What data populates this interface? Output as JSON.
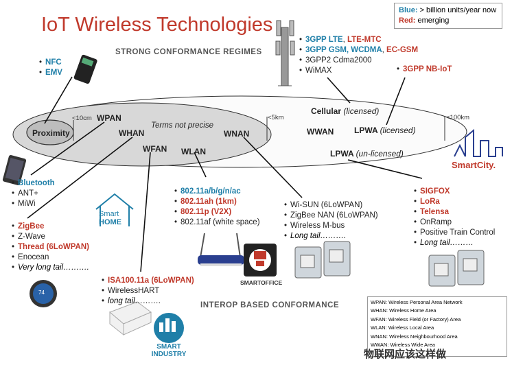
{
  "title": "IoT Wireless Technologies",
  "regimes": {
    "top": "STRONG CONFORMANCE REGIMES",
    "bottom": "INTEROP BASED CONFORMANCE"
  },
  "legend": {
    "blue_key": "Blue:",
    "blue_text": "> billion units/year now",
    "red_key": "Red:",
    "red_text": "emerging"
  },
  "colors": {
    "blue": "#1f7fa8",
    "red": "#c0392b"
  },
  "zones": {
    "proximity": "Proximity",
    "wpan": "WPAN",
    "whan": "WHAN",
    "wfan": "WFAN",
    "wlan": "WLAN",
    "wnan": "WNAN",
    "wwan": "WWAN",
    "cellular": "Cellular",
    "cellular_note": "(licensed)",
    "lpwa_l": "LPWA",
    "lpwa_l_note": "(licensed)",
    "lpwa_u": "LPWA",
    "lpwa_u_note": "(un-licensed)",
    "terms": "Terms not precise"
  },
  "distances": {
    "d10cm": "<10cm",
    "d5km": "<5km",
    "d100km": "<100km"
  },
  "groups": {
    "nfc": [
      {
        "text": "NFC",
        "color": "blue"
      },
      {
        "text": "EMV",
        "color": "blue"
      }
    ],
    "cellular": [
      {
        "parts": [
          {
            "text": "3GPP LTE",
            "color": "blue"
          },
          {
            "text": ", ",
            "color": "black"
          },
          {
            "text": "LTE-MTC",
            "color": "red"
          }
        ]
      },
      {
        "parts": [
          {
            "text": "3GPP GSM, WCDMA",
            "color": "blue"
          },
          {
            "text": ", ",
            "color": "black"
          },
          {
            "text": "EC-GSM",
            "color": "red"
          }
        ]
      },
      {
        "parts": [
          {
            "text": "3GPP2 Cdma2000",
            "color": "black"
          }
        ]
      },
      {
        "parts": [
          {
            "text": "WiMAX",
            "color": "black"
          }
        ]
      }
    ],
    "nbiot": [
      {
        "text": "3GPP NB-IoT",
        "color": "red"
      }
    ],
    "bluetooth": [
      {
        "text": "Bluetooth",
        "color": "blue"
      },
      {
        "text": "ANT+",
        "color": "black"
      },
      {
        "text": "MiWi",
        "color": "black"
      }
    ],
    "zigbee": [
      {
        "text": "ZigBee",
        "color": "red"
      },
      {
        "text": "Z-Wave",
        "color": "black"
      },
      {
        "text": "Thread (6LoWPAN)",
        "color": "red"
      },
      {
        "text": "Enocean",
        "color": "black"
      },
      {
        "text": "Very long tail……….",
        "color": "italic"
      }
    ],
    "wifi": [
      {
        "text": "802.11a/b/g/n/ac",
        "color": "blue"
      },
      {
        "text": "802.11ah (1km)",
        "color": "red"
      },
      {
        "text": "802.11p (V2X)",
        "color": "red"
      },
      {
        "text": "802.11af (white space)",
        "color": "black"
      }
    ],
    "wisun": [
      {
        "text": "Wi-SUN (6LoWPAN)",
        "color": "black"
      },
      {
        "text": "ZigBee NAN (6LoWPAN)",
        "color": "black"
      },
      {
        "text": "Wireless M-bus",
        "color": "black"
      },
      {
        "text": "Long tail……….",
        "color": "italic"
      }
    ],
    "isa": [
      {
        "text": "ISA100.11a (6LoWPAN)",
        "color": "red"
      },
      {
        "text": "WirelessHART",
        "color": "black"
      },
      {
        "text": "long tail……….",
        "color": "italic"
      }
    ],
    "sigfox": [
      {
        "text": "SIGFOX",
        "color": "red"
      },
      {
        "text": "LoRa",
        "color": "red"
      },
      {
        "text": "Telensa",
        "color": "red"
      },
      {
        "text": "OnRamp",
        "color": "black"
      },
      {
        "text": "Positive Train Control",
        "color": "black"
      },
      {
        "text": "Long tail………",
        "color": "italic"
      }
    ]
  },
  "logos": {
    "smart_home_1": "Smart",
    "smart_home_2": "HOME",
    "smart_office": "SMARTOFFICE",
    "smart_city": "SmartCity.",
    "smart_industry_1": "SMART",
    "smart_industry_2": "INDUSTRY",
    "thermostat": "74"
  },
  "abbreviations": [
    "WPAN: Wireless Personal Area Network",
    "WHAN: Wireless Home Area",
    "WFAN: Wireless Field (or Factory) Area",
    "WLAN: Wireless Local Area",
    "WNAN: Wireless Neighbourhood Area",
    "WWAN: Wireless Wide Area"
  ],
  "watermark": "物联网应该这样做"
}
